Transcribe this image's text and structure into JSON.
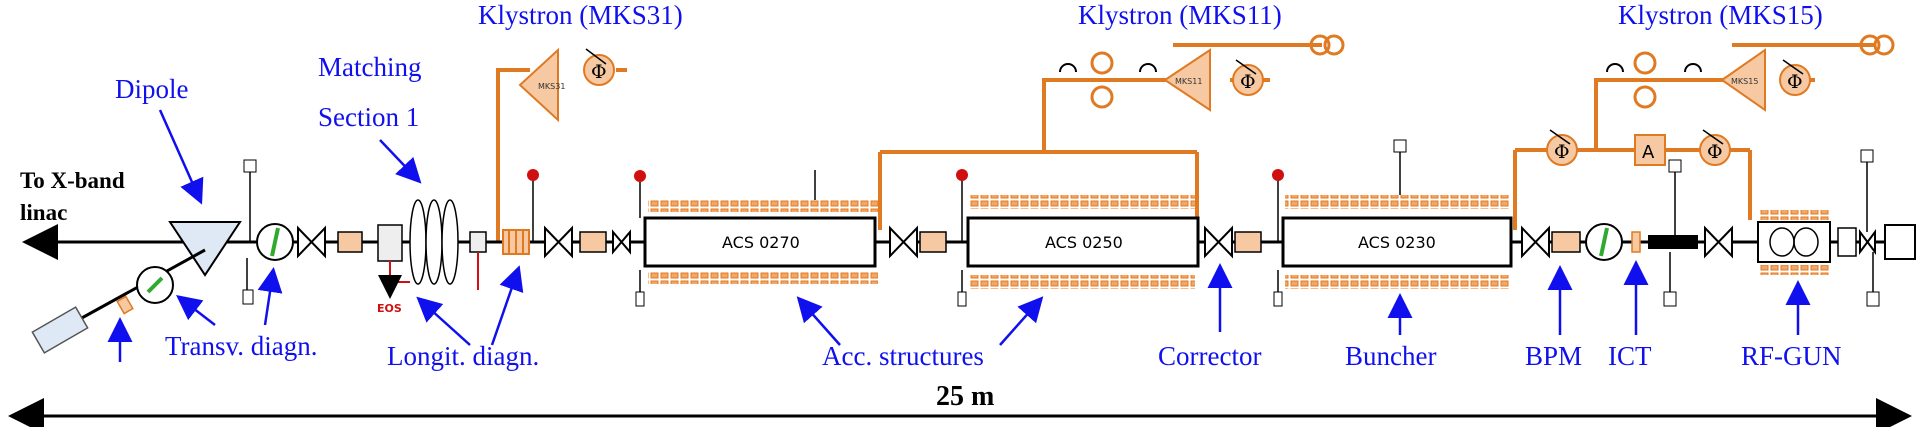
{
  "labels": {
    "klystron_31": "Klystron (MKS31)",
    "klystron_11": "Klystron (MKS11)",
    "klystron_15": "Klystron (MKS15)",
    "dipole": "Dipole",
    "matching_1": "Matching",
    "matching_2": "Section 1",
    "to_xband_1": "To X-band",
    "to_xband_2": "linac",
    "eos": "EOS",
    "acs_0270": "ACS 0270",
    "acs_0250": "ACS 0250",
    "acs_0230": "ACS 0230",
    "mks31_small": "MKS31",
    "mks11_small": "MKS11",
    "mks15_small": "MKS15",
    "phi": "Φ",
    "attenuator": "A",
    "transv_diagn": "Transv. diagn.",
    "longit_diagn": "Longit. diagn.",
    "acc_structures": "Acc. structures",
    "corrector": "Corrector",
    "buncher": "Buncher",
    "bpm": "BPM",
    "ict": "ICT",
    "rf_gun": "RF-GUN",
    "length": "25 m"
  },
  "colors": {
    "rf_line": "#e07a22",
    "label_blue": "#1010ee",
    "klystron_fill": "#f7c9a3",
    "solenoid": "#e07a22",
    "eos_red": "#d01010",
    "dipole_fill": "#dfe9f5"
  }
}
